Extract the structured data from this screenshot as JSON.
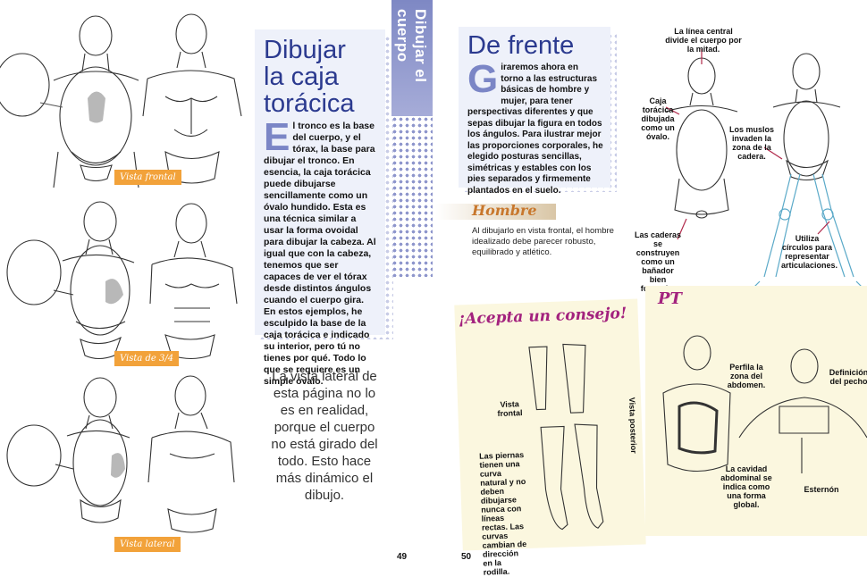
{
  "left_page": {
    "title": "Dibujar la caja torácica",
    "title_lines": [
      "Dibujar",
      "la caja",
      "torácica"
    ],
    "dropcap": "E",
    "body": "l tronco es la base del cuerpo, y el tórax, la base para dibujar el tronco. En esencia, la caja torácica puede dibujarse sencillamente como un óvalo hundido. Esta es una técnica similar a usar la forma ovoidal para dibujar la cabeza. Al igual que con la cabeza, tenemos que ser capaces de ver el tórax desde distintos ángulos cuando el cuerpo gira. En estos ejemplos, he esculpido la base de la caja torácica e indicado su interior, pero tú no tienes por qué. Todo lo que se requiere es un simple óvalo.",
    "captions": [
      "Vista frontal",
      "Vista de 3/4",
      "Vista lateral"
    ],
    "quote": "La vista lateral de esta página no lo es en realidad, porque el cuerpo no está girado del todo. Esto hace más dinámico el dibujo.",
    "page_number": "49"
  },
  "spine": {
    "label": "Dibujar el cuerpo"
  },
  "right_page": {
    "title": "De frente",
    "dropcap": "G",
    "body": "iraremos ahora en torno a las estructuras básicas de hombre y mujer, para tener perspectivas diferentes y que sepas dibujar la figura en todos los ángulos. Para ilustrar mejor las proporciones corporales, he elegido posturas sencillas, simétricas y estables con los pies separados y firmemente plantados en el suelo.",
    "hombre_heading": "Hombre",
    "hombre_text": "Al dibujarlo en vista frontal, el hombre idealizado debe parecer robusto, equilibrado y atlético.",
    "annotations": {
      "center_line": "La línea central divide el cuerpo por la mitad.",
      "rib_cage": "Caja torácica dibujada como un óvalo.",
      "thighs": "Los muslos invaden la zona de la cadera.",
      "hips": "Las caderas se construyen como un bañador bien formado.",
      "joints": "Utiliza círculos para representar articulaciones."
    },
    "tip": {
      "heading": "¡Acepta un consejo!",
      "front_view": "Vista frontal",
      "back_view": "Vista posterior",
      "legs_text": "Las piernas tienen una curva natural y no deben dibujarse nunca con líneas rectas. Las curvas cambian de dirección en la rodilla."
    },
    "pt": {
      "heading": "PT",
      "abdomen_profile": "Perfila la zona del abdomen.",
      "chest_def": "Definición del pecho",
      "abdominal_cavity": "La cavidad abdominal se indica como una forma global.",
      "sternum": "Esternón"
    },
    "page_number": "50"
  },
  "colors": {
    "accent_blue": "#2b3a8f",
    "spine_purple": "#7e88c4",
    "caption_orange": "#f2a23a",
    "tip_magenta": "#a3227e",
    "hombre_rust": "#c8772c",
    "leg_blue": "#5aa9c8"
  }
}
